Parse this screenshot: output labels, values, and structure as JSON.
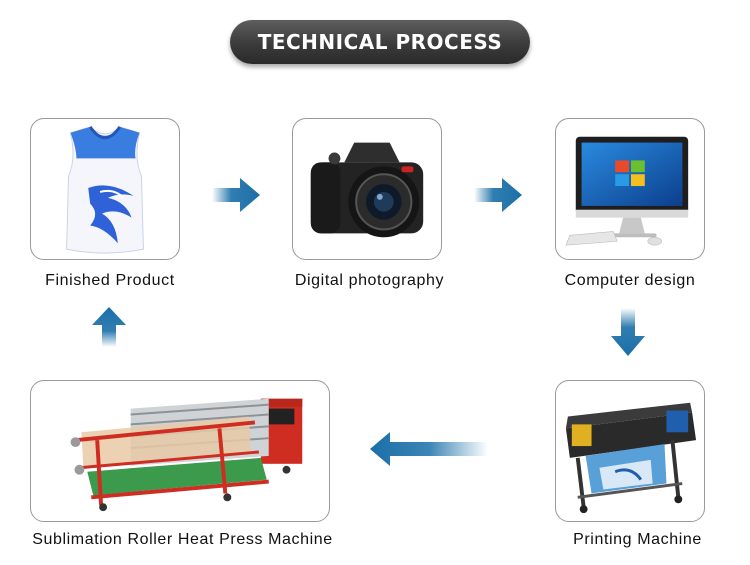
{
  "title": "TECHNICAL PROCESS",
  "steps": [
    {
      "label": "Finished Product",
      "icon": "jersey-icon"
    },
    {
      "label": "Digital photography",
      "icon": "camera-icon"
    },
    {
      "label": "Computer design",
      "icon": "computer-icon"
    },
    {
      "label": "Printing Machine",
      "icon": "printer-icon"
    },
    {
      "label": "Sublimation Roller Heat Press Machine",
      "icon": "heat-press-icon"
    }
  ],
  "colors": {
    "arrow": "#1a6fa8",
    "title_bg": "#3b3b3b",
    "jersey_blue": "#2f62d8",
    "press_red": "#d63a2a"
  }
}
